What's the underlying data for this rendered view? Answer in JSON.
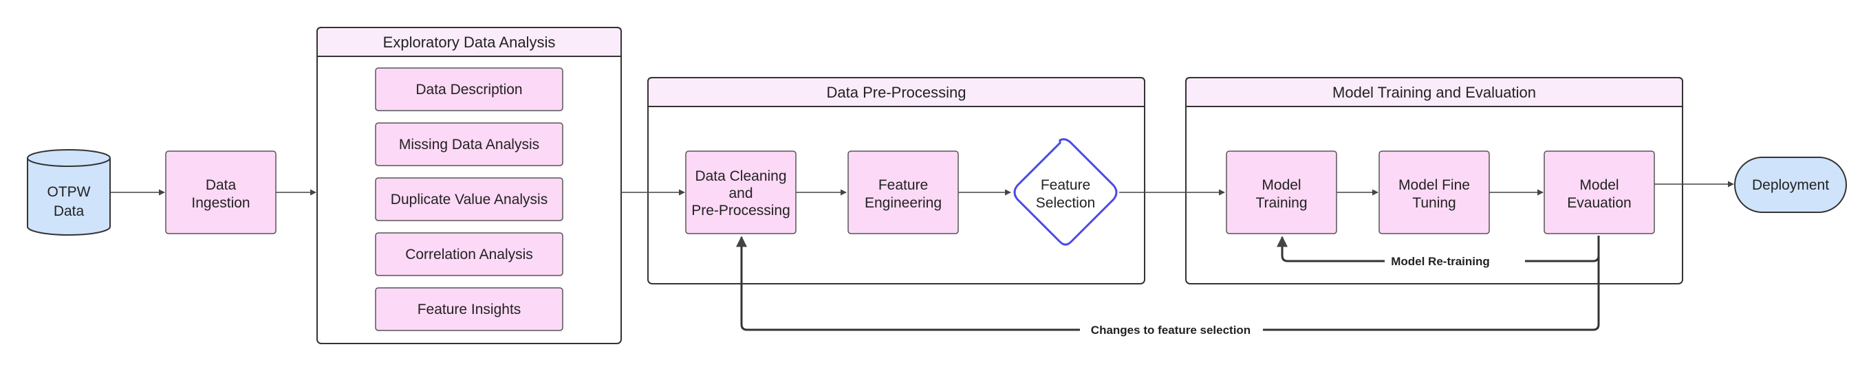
{
  "colors": {
    "process_fill": "#fcd9f6",
    "process_stroke": "#555555",
    "group_header_fill": "#fbecfb",
    "group_stroke": "#333333",
    "terminal_fill": "#cfe3fb",
    "decision_stroke": "#4a4ae6",
    "edge": "#444444"
  },
  "groups": {
    "eda": {
      "title": "Exploratory Data Analysis"
    },
    "preprocessing": {
      "title": "Data Pre-Processing"
    },
    "training": {
      "title": "Model Training and Evaluation"
    }
  },
  "nodes": {
    "otpw": {
      "line1": "OTPW",
      "line2": "Data"
    },
    "ingestion": {
      "line1": "Data",
      "line2": "Ingestion"
    },
    "data_description": {
      "label": "Data Description"
    },
    "missing_data": {
      "label": "Missing Data Analysis"
    },
    "duplicate_value": {
      "label": "Duplicate Value Analysis"
    },
    "correlation": {
      "label": "Correlation Analysis"
    },
    "feature_insights": {
      "label": "Feature Insights"
    },
    "cleaning": {
      "line1": "Data Cleaning",
      "line2": "and",
      "line3": "Pre-Processing"
    },
    "feature_engineering": {
      "line1": "Feature",
      "line2": "Engineering"
    },
    "feature_selection": {
      "line1": "Feature",
      "line2": "Selection"
    },
    "model_training": {
      "line1": "Model",
      "line2": "Training"
    },
    "fine_tuning": {
      "line1": "Model Fine",
      "line2": "Tuning"
    },
    "evaluation": {
      "line1": "Model",
      "line2": "Evauation"
    },
    "deployment": {
      "label": "Deployment"
    }
  },
  "edge_labels": {
    "retraining": "Model Re-training",
    "feature_changes": "Changes to feature selection"
  }
}
